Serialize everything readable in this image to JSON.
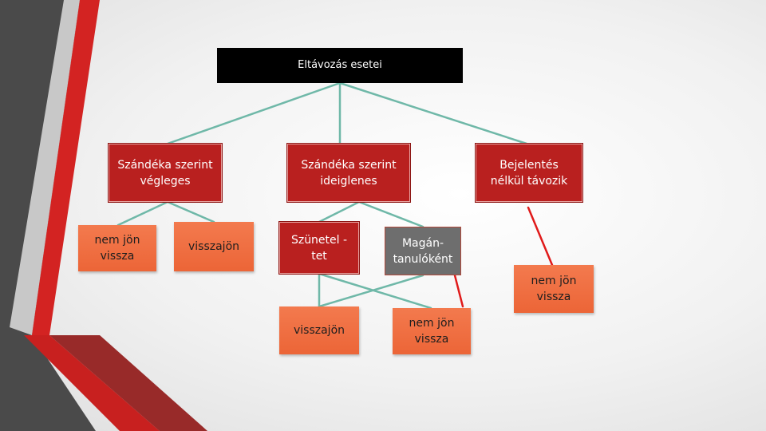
{
  "colors": {
    "title_bg": "#000000",
    "red_box": "#b9201f",
    "orange_box": "#ef6c3e",
    "gray_box": "#6e6e6e",
    "connector_teal": "#6fb8a8",
    "connector_red": "#e01a1a"
  },
  "diagram": {
    "root": {
      "label": "Eltávozás esetei"
    },
    "level1": {
      "final": {
        "label": "Szándéka szerint\nvégleges"
      },
      "temporary": {
        "label": "Szándéka szerint\nideiglenes"
      },
      "unannounced": {
        "label": "Bejelentés\nnélkül távozik"
      }
    },
    "level2": {
      "final_not_return": {
        "label": "nem jön\nvissza"
      },
      "final_return": {
        "label": "visszajön"
      },
      "break": {
        "label": "Szünetel -\ntet"
      },
      "private": {
        "label": "Magán-\ntanulóként"
      },
      "unannounced_not_return": {
        "label": "nem jön\nvissza"
      }
    },
    "level3": {
      "return": {
        "label": "visszajön"
      },
      "not_return": {
        "label": "nem jön\nvissza"
      }
    }
  }
}
